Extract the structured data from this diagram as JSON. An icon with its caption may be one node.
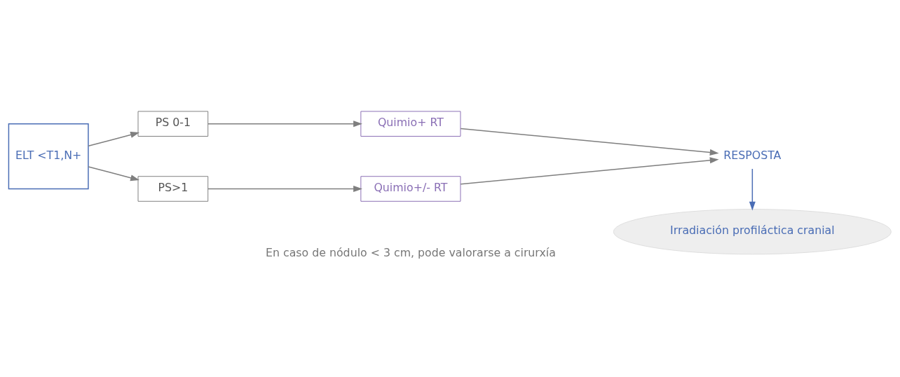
{
  "diagram": {
    "nodes": [
      {
        "text": [
          "ELT <T1,N+"
        ]
      },
      {
        "text": [
          "PS 0-1"
        ]
      },
      {
        "text": [
          "PS>1"
        ]
      },
      {
        "text": [
          "Quimio+ RT"
        ]
      },
      {
        "text": [
          "Quimio+/- RT"
        ]
      },
      {
        "text": [
          "RESPOSTA"
        ]
      },
      {
        "text": [
          "Irradiación profiláctica cranial"
        ]
      }
    ],
    "edges": [
      {
        "from": 0,
        "to": 1,
        "arrow": "to"
      },
      {
        "from": 0,
        "to": 2,
        "arrow": "to"
      },
      {
        "from": 1,
        "to": 3,
        "arrow": "to"
      },
      {
        "from": 2,
        "to": 4,
        "arrow": "to"
      },
      {
        "from": 3,
        "to": 5,
        "arrow": "to"
      },
      {
        "from": 4,
        "to": 5,
        "arrow": "to"
      },
      {
        "from": 5,
        "to": 6,
        "arrow": "to",
        "color": "#4a6db5"
      }
    ],
    "labels": [
      "En caso de nódulo < 3 cm, pode valorarse a cirurxía"
    ]
  }
}
